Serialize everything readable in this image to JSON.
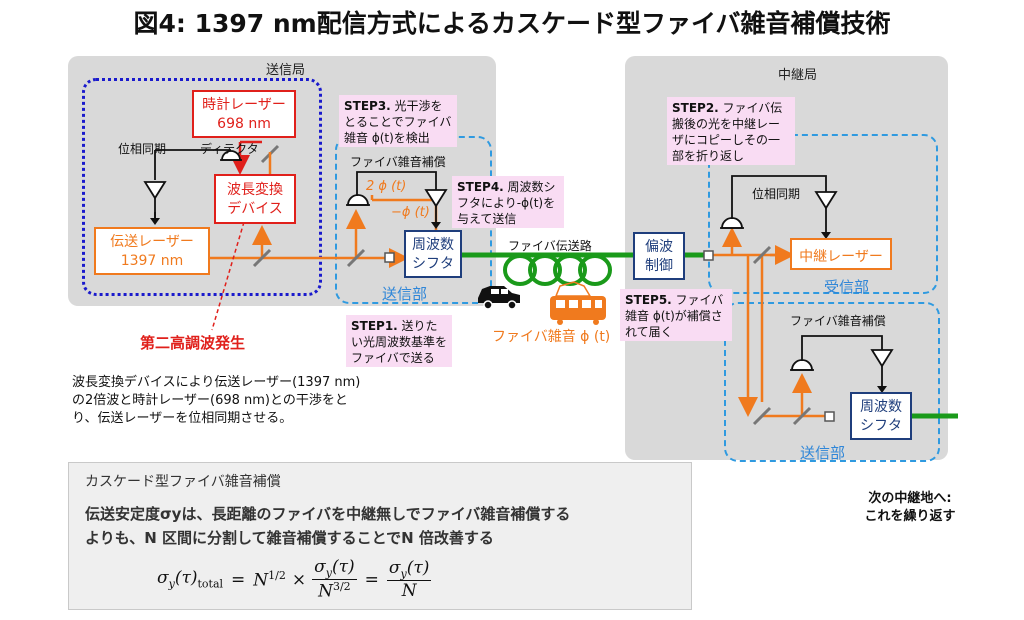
{
  "title": "図4: 1397 nm配信方式によるカスケード型ファイバ雑音補償技術",
  "sender_station": {
    "label": "送信局",
    "clock_laser": {
      "line1": "時計レーザー",
      "line2": "698 nm"
    },
    "detector": "ディテクタ",
    "phase_lock": "位相同期",
    "wavelength_converter": {
      "line1": "波長変換",
      "line2": "デバイス"
    },
    "transmission_laser": {
      "line1": "伝送レーザー",
      "line2": "1397 nm"
    },
    "fiber_noise_comp": "ファイバ雑音補償",
    "two_phi": "2 ϕ (t)",
    "minus_phi": "−ϕ (t)",
    "freq_shifter": {
      "line1": "周波数",
      "line2": "シフタ"
    },
    "transmit_unit": "送信部"
  },
  "relay_station": {
    "label": "中継局",
    "polarization_control": {
      "line1": "偏波",
      "line2": "制御"
    },
    "phase_lock": "位相同期",
    "relay_laser": "中継レーザー",
    "receive_unit": "受信部",
    "fiber_noise_comp": "ファイバ雑音補償",
    "freq_shifter": {
      "line1": "周波数",
      "line2": "シフタ"
    },
    "transmit_unit": "送信部"
  },
  "fiber_path_label": "ファイバ伝送路",
  "fiber_noise_label": "ファイバ雑音 ϕ (t)",
  "second_harmonic": "第二高調波発生",
  "steps": {
    "step1": {
      "head": "STEP1.",
      "body": " 送りたい光周波数基準をファイバで送る"
    },
    "step2": {
      "head": "STEP2.",
      "body": " ファイバ伝搬後の光を中継レーザにコピーしその一部を折り返し"
    },
    "step3": {
      "head": "STEP3.",
      "body": " 光干渉をとることでファイバ雑音 ϕ(t)を検出"
    },
    "step4": {
      "head": "STEP4.",
      "body": " 周波数シフタにより-ϕ(t)を与えて送信"
    },
    "step5": {
      "head": "STEP5.",
      "body": " ファイバ雑音 ϕ(t)が補償されて届く"
    }
  },
  "description": "波長変換デバイスにより伝送レーザー(1397 nm)の2倍波と時計レーザー(698 nm)との干渉をとり、伝送レーザーを位相同期させる。",
  "next_relay": {
    "line1": "次の中継地へ:",
    "line2": "これを繰り返す"
  },
  "cascade_box": {
    "heading": "カスケード型ファイバ雑音補償",
    "line1": "伝送安定度σyは、長距離のファイバを中継無しでファイバ雑音補償する",
    "line2": "よりも、N 区間に分割して雑音補償することでN 倍改善する"
  },
  "colors": {
    "laser_orange": "#f07a1e",
    "clock_red": "#e0201b",
    "fiber_green": "#1a9a1a",
    "sender_dotted_blue": "#1a1acc",
    "unit_dashed_cyan": "#2f9ae0",
    "shifter_navy": "#1f3e7c",
    "step_pink": "#f9dcf3"
  }
}
